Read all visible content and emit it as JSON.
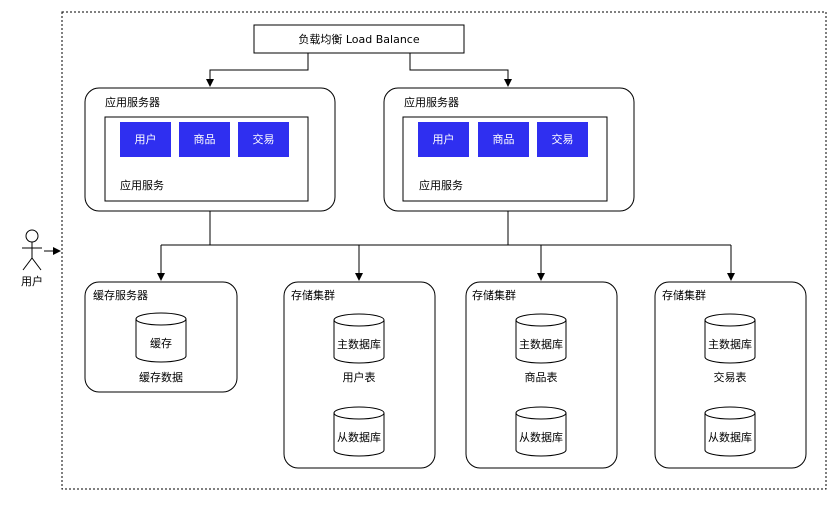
{
  "load_balancer": {
    "label": "负载均衡 Load Balance"
  },
  "user": {
    "label": "用户"
  },
  "app_servers": [
    {
      "title": "应用服务器",
      "inner_label": "应用服务",
      "modules": [
        "用户",
        "商品",
        "交易"
      ]
    },
    {
      "title": "应用服务器",
      "inner_label": "应用服务",
      "modules": [
        "用户",
        "商品",
        "交易"
      ]
    }
  ],
  "cache_server": {
    "title": "缓存服务器",
    "db_label": "缓存",
    "caption": "缓存数据"
  },
  "storage_clusters": [
    {
      "title": "存储集群",
      "master_label": "主数据库",
      "caption": "用户表",
      "slave_label": "从数据库"
    },
    {
      "title": "存储集群",
      "master_label": "主数据库",
      "caption": "商品表",
      "slave_label": "从数据库"
    },
    {
      "title": "存储集群",
      "master_label": "主数据库",
      "caption": "交易表",
      "slave_label": "从数据库"
    }
  ],
  "colors": {
    "module_fill": "#2f2ff0",
    "stroke": "#000000",
    "background": "#ffffff"
  }
}
